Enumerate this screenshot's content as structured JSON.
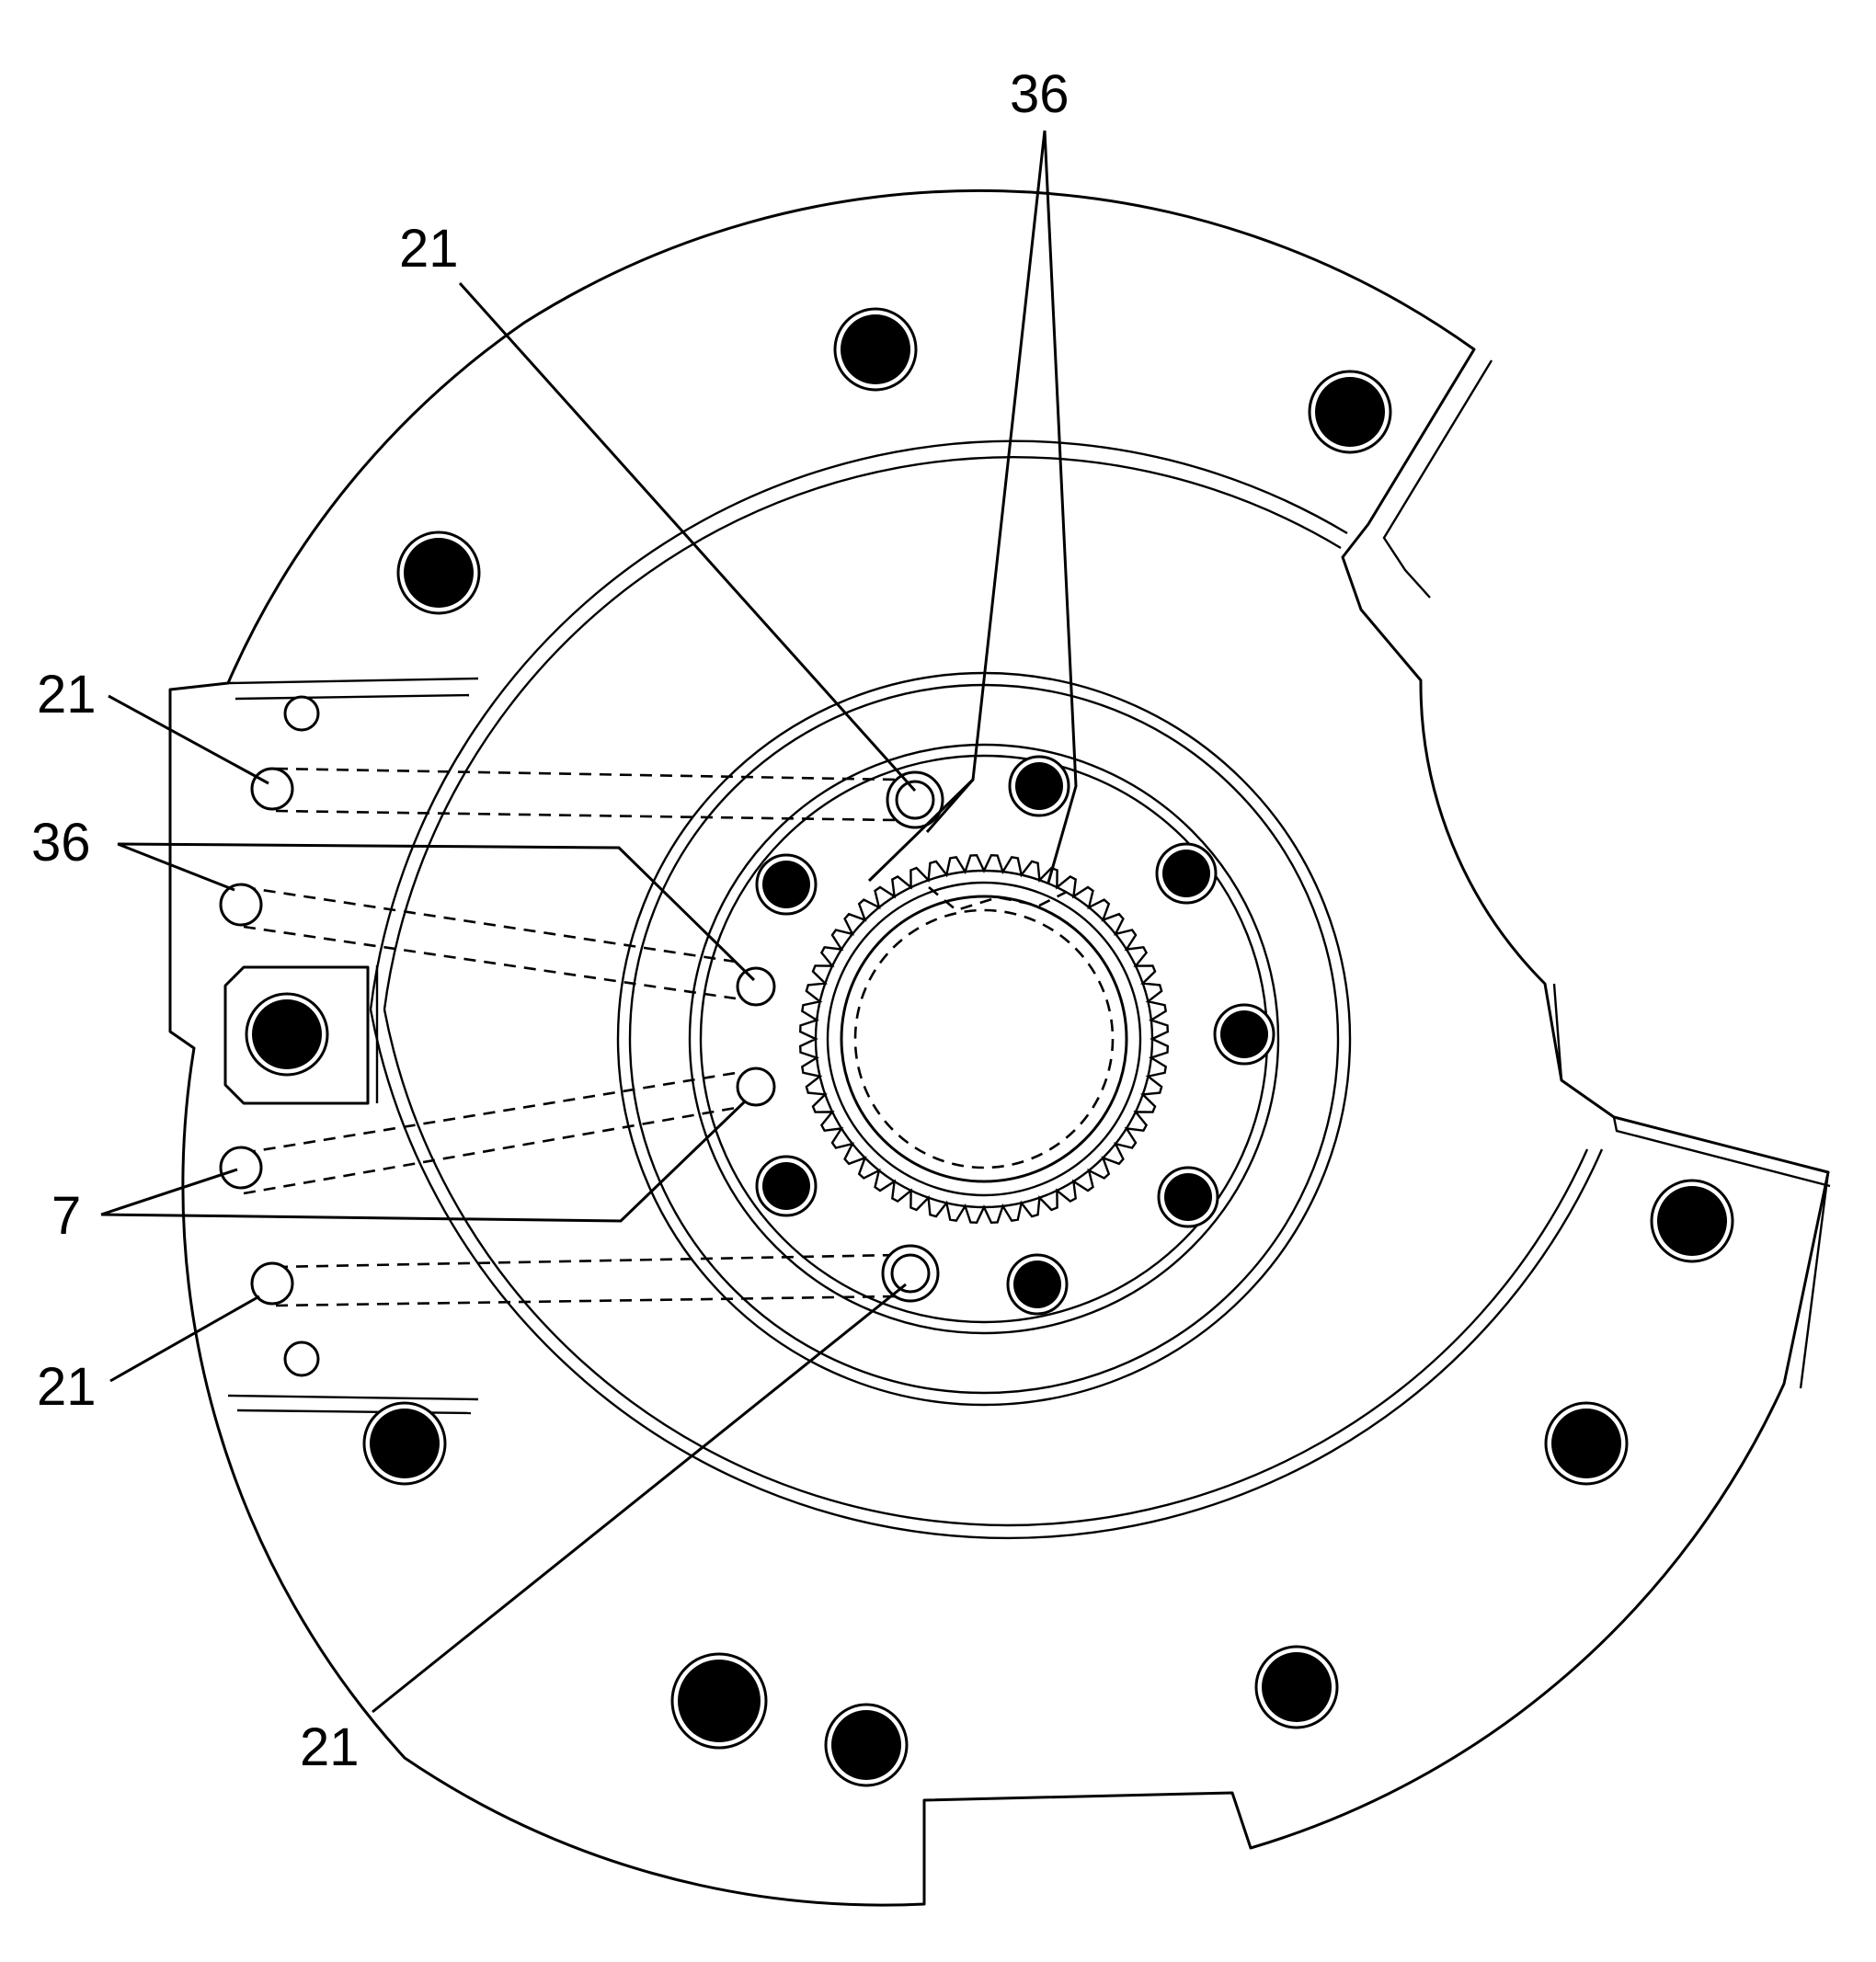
{
  "callouts": [
    {
      "id": "c36-top",
      "label": "36"
    },
    {
      "id": "c21-top",
      "label": "21"
    },
    {
      "id": "c21-left-upper",
      "label": "21"
    },
    {
      "id": "c36-left",
      "label": "36"
    },
    {
      "id": "c7-left",
      "label": "7"
    },
    {
      "id": "c21-left-lower",
      "label": "21"
    },
    {
      "id": "c21-bottom",
      "label": "21"
    }
  ],
  "colors": {
    "line": "#000000",
    "background": "#ffffff"
  }
}
